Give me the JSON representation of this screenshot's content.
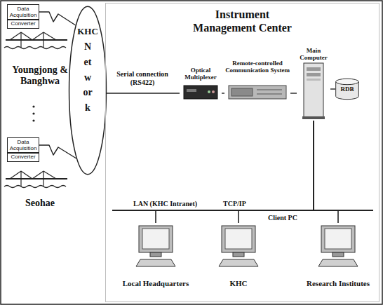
{
  "diagram": {
    "nodes": [
      {
        "text": [
          "Data Acquisition"
        ]
      },
      {
        "text": [
          "Converter"
        ]
      },
      {
        "text": [
          "Data Acquisition"
        ]
      },
      {
        "text": [
          "Converter"
        ]
      },
      {
        "text": [
          "KHC",
          "Network"
        ]
      },
      {
        "text": [
          "Instrument Management Center"
        ]
      },
      {
        "text": [
          "Optical Multiplexer"
        ],
        "in": 5
      },
      {
        "text": [
          "Remote-controlled Communication System"
        ],
        "in": 5
      },
      {
        "text": [
          "Main Computer"
        ],
        "in": 5
      },
      {
        "text": [
          "RDB"
        ],
        "in": 5
      },
      {
        "text": [
          "Local Headquarters"
        ],
        "in": 5
      },
      {
        "text": [
          "KHC"
        ],
        "in": 5
      },
      {
        "text": [
          "Research Institutes"
        ],
        "in": 5
      }
    ],
    "edges": [
      {
        "from": 0,
        "to": 4,
        "arrow": "none"
      },
      {
        "from": 2,
        "to": 4,
        "arrow": "none"
      },
      {
        "from": 4,
        "to": 6,
        "label": "Serial connection (RS422)",
        "arrow": "none"
      },
      {
        "from": 6,
        "to": 7,
        "arrow": "none"
      },
      {
        "from": 7,
        "to": 8,
        "arrow": "none"
      },
      {
        "from": 8,
        "to": 9,
        "arrow": "none"
      },
      {
        "from": 8,
        "to": 10,
        "arrow": "none"
      },
      {
        "from": 8,
        "to": 11,
        "arrow": "none"
      },
      {
        "from": 8,
        "to": 12,
        "arrow": "none"
      }
    ],
    "labels": [
      "Youngjong & Banghwa",
      "Seohae",
      "LAN (KHC Intranet)",
      "TCP/IP",
      "Client PC"
    ]
  }
}
